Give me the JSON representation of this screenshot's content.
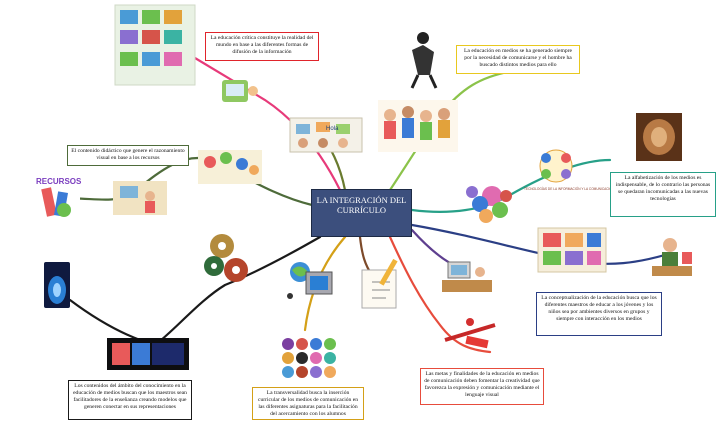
{
  "central_topic": "LA INTEGRACIÓN DEL CURRÍCULO",
  "image_labels": {
    "recursos": "RECURSOS",
    "tecnologias": "TECNOLOGÍAS DE LA INFORMACIÓN Y LA COMUNICACIÓN",
    "hola": "Hola"
  },
  "notes": [
    {
      "id": "critica",
      "text": "La educación crítica constituye la realidad del mundo en base a las diferentes formas de difusión de la información"
    },
    {
      "id": "medios",
      "text": "La educación en medios se ha generado siempre por la necesidad de comunicarse y el hombre ha buscado distintos medios para ello"
    },
    {
      "id": "didactico",
      "text": "El contenido didáctico que genere el razonamiento visual en base a los recursos"
    },
    {
      "id": "alfabetizacion",
      "text": "La alfabetización de los medios es indispensable, de lo contrario las personas se quedaran incomunicadas a las nuevas tecnologías"
    },
    {
      "id": "conceptualizacion",
      "text": "La conceptualización de la educación busca que los diferentes maestros de educar a los jóvenes y los niños sea por ambientes diversos en grupos y siempre con interacción en los medios"
    },
    {
      "id": "metas",
      "text": "Las metas y finalidades de la educación en medios de comunicación deben fomentar la creatividad que favorezca la expresión y comunicación mediante el lenguaje visual"
    },
    {
      "id": "transversalidad",
      "text": "La transversalidad busca la inserción curricular de los medios de comunicación en las diferentes asignaturas para la facilitación del acercamiento con los alumnos"
    },
    {
      "id": "contenidos",
      "text": "Los contenidos del ámbito del conocimiento en la educación de medios buscan que los maestros sean facilitadores de la enseñanza creando modelos que generen conectar en sus representaciones"
    }
  ]
}
